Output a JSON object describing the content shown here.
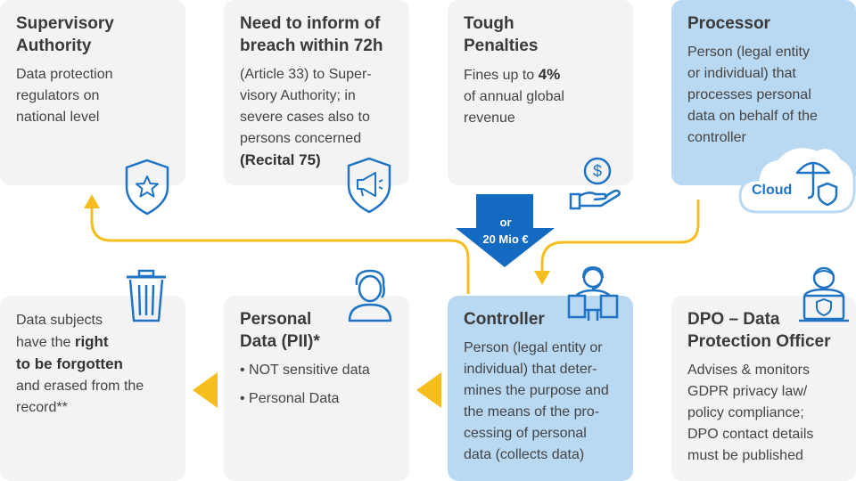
{
  "cards": {
    "supervisory": {
      "title": [
        "Supervisory",
        "Authority"
      ],
      "lines": [
        "Data protection",
        "regulators on",
        "national level"
      ]
    },
    "breach": {
      "title": [
        "Need to inform of",
        "breach within 72h"
      ],
      "lines": [
        "(Article 33) to Super-",
        "visory Authority; in",
        "severe cases also to",
        "persons concerned"
      ],
      "bold_line": "(Recital 75)"
    },
    "penalties": {
      "title": [
        "Tough",
        "Penalties"
      ],
      "line1_text": "Fines up to ",
      "line1_bold": "4%",
      "lines": [
        "of annual global",
        "revenue"
      ]
    },
    "processor": {
      "title": "Processor",
      "lines": [
        "Person (legal entity",
        "or individual) that",
        "processes personal",
        "data on behalf of the",
        "controller"
      ]
    },
    "forgotten": {
      "line1": "Data subjects",
      "line2_text": "have the ",
      "line2_bold": "right",
      "line3_bold": "to be forgotten",
      "lines": [
        "and erased from the",
        "record**"
      ]
    },
    "personal": {
      "title": [
        "Personal",
        "Data (PII)*"
      ],
      "bullets": [
        "NOT sensitive data",
        "Personal Data"
      ]
    },
    "controller": {
      "title": "Controller",
      "lines": [
        "Person (legal entity or",
        "individual) that deter-",
        "mines the purpose and",
        "the means of the pro-",
        "cessing of personal",
        "data (collects data)"
      ]
    },
    "dpo": {
      "title": [
        "DPO – Data",
        "Protection Officer"
      ],
      "lines": [
        "Advises & monitors",
        "GDPR privacy law/",
        "policy compliance;",
        "DPO contact details",
        "must be published"
      ]
    }
  },
  "arrow_tag": {
    "line1": "or",
    "line2": "20 Mio €"
  },
  "cloud_label": "Cloud",
  "colors": {
    "card_bg": "#f3f3f3",
    "card_blue": "#b9d8f1",
    "icon_blue": "#1f73c5",
    "arrow_yellow": "#f5be1e",
    "arrow_dark_blue": "#1469c1"
  },
  "icons": [
    "star-shield-icon",
    "megaphone-shield-icon",
    "dollar-hand-icon",
    "cloud-umbrella-icon",
    "trash-can-icon",
    "person-icon",
    "support-agent-icon",
    "dpo-laptop-icon"
  ]
}
